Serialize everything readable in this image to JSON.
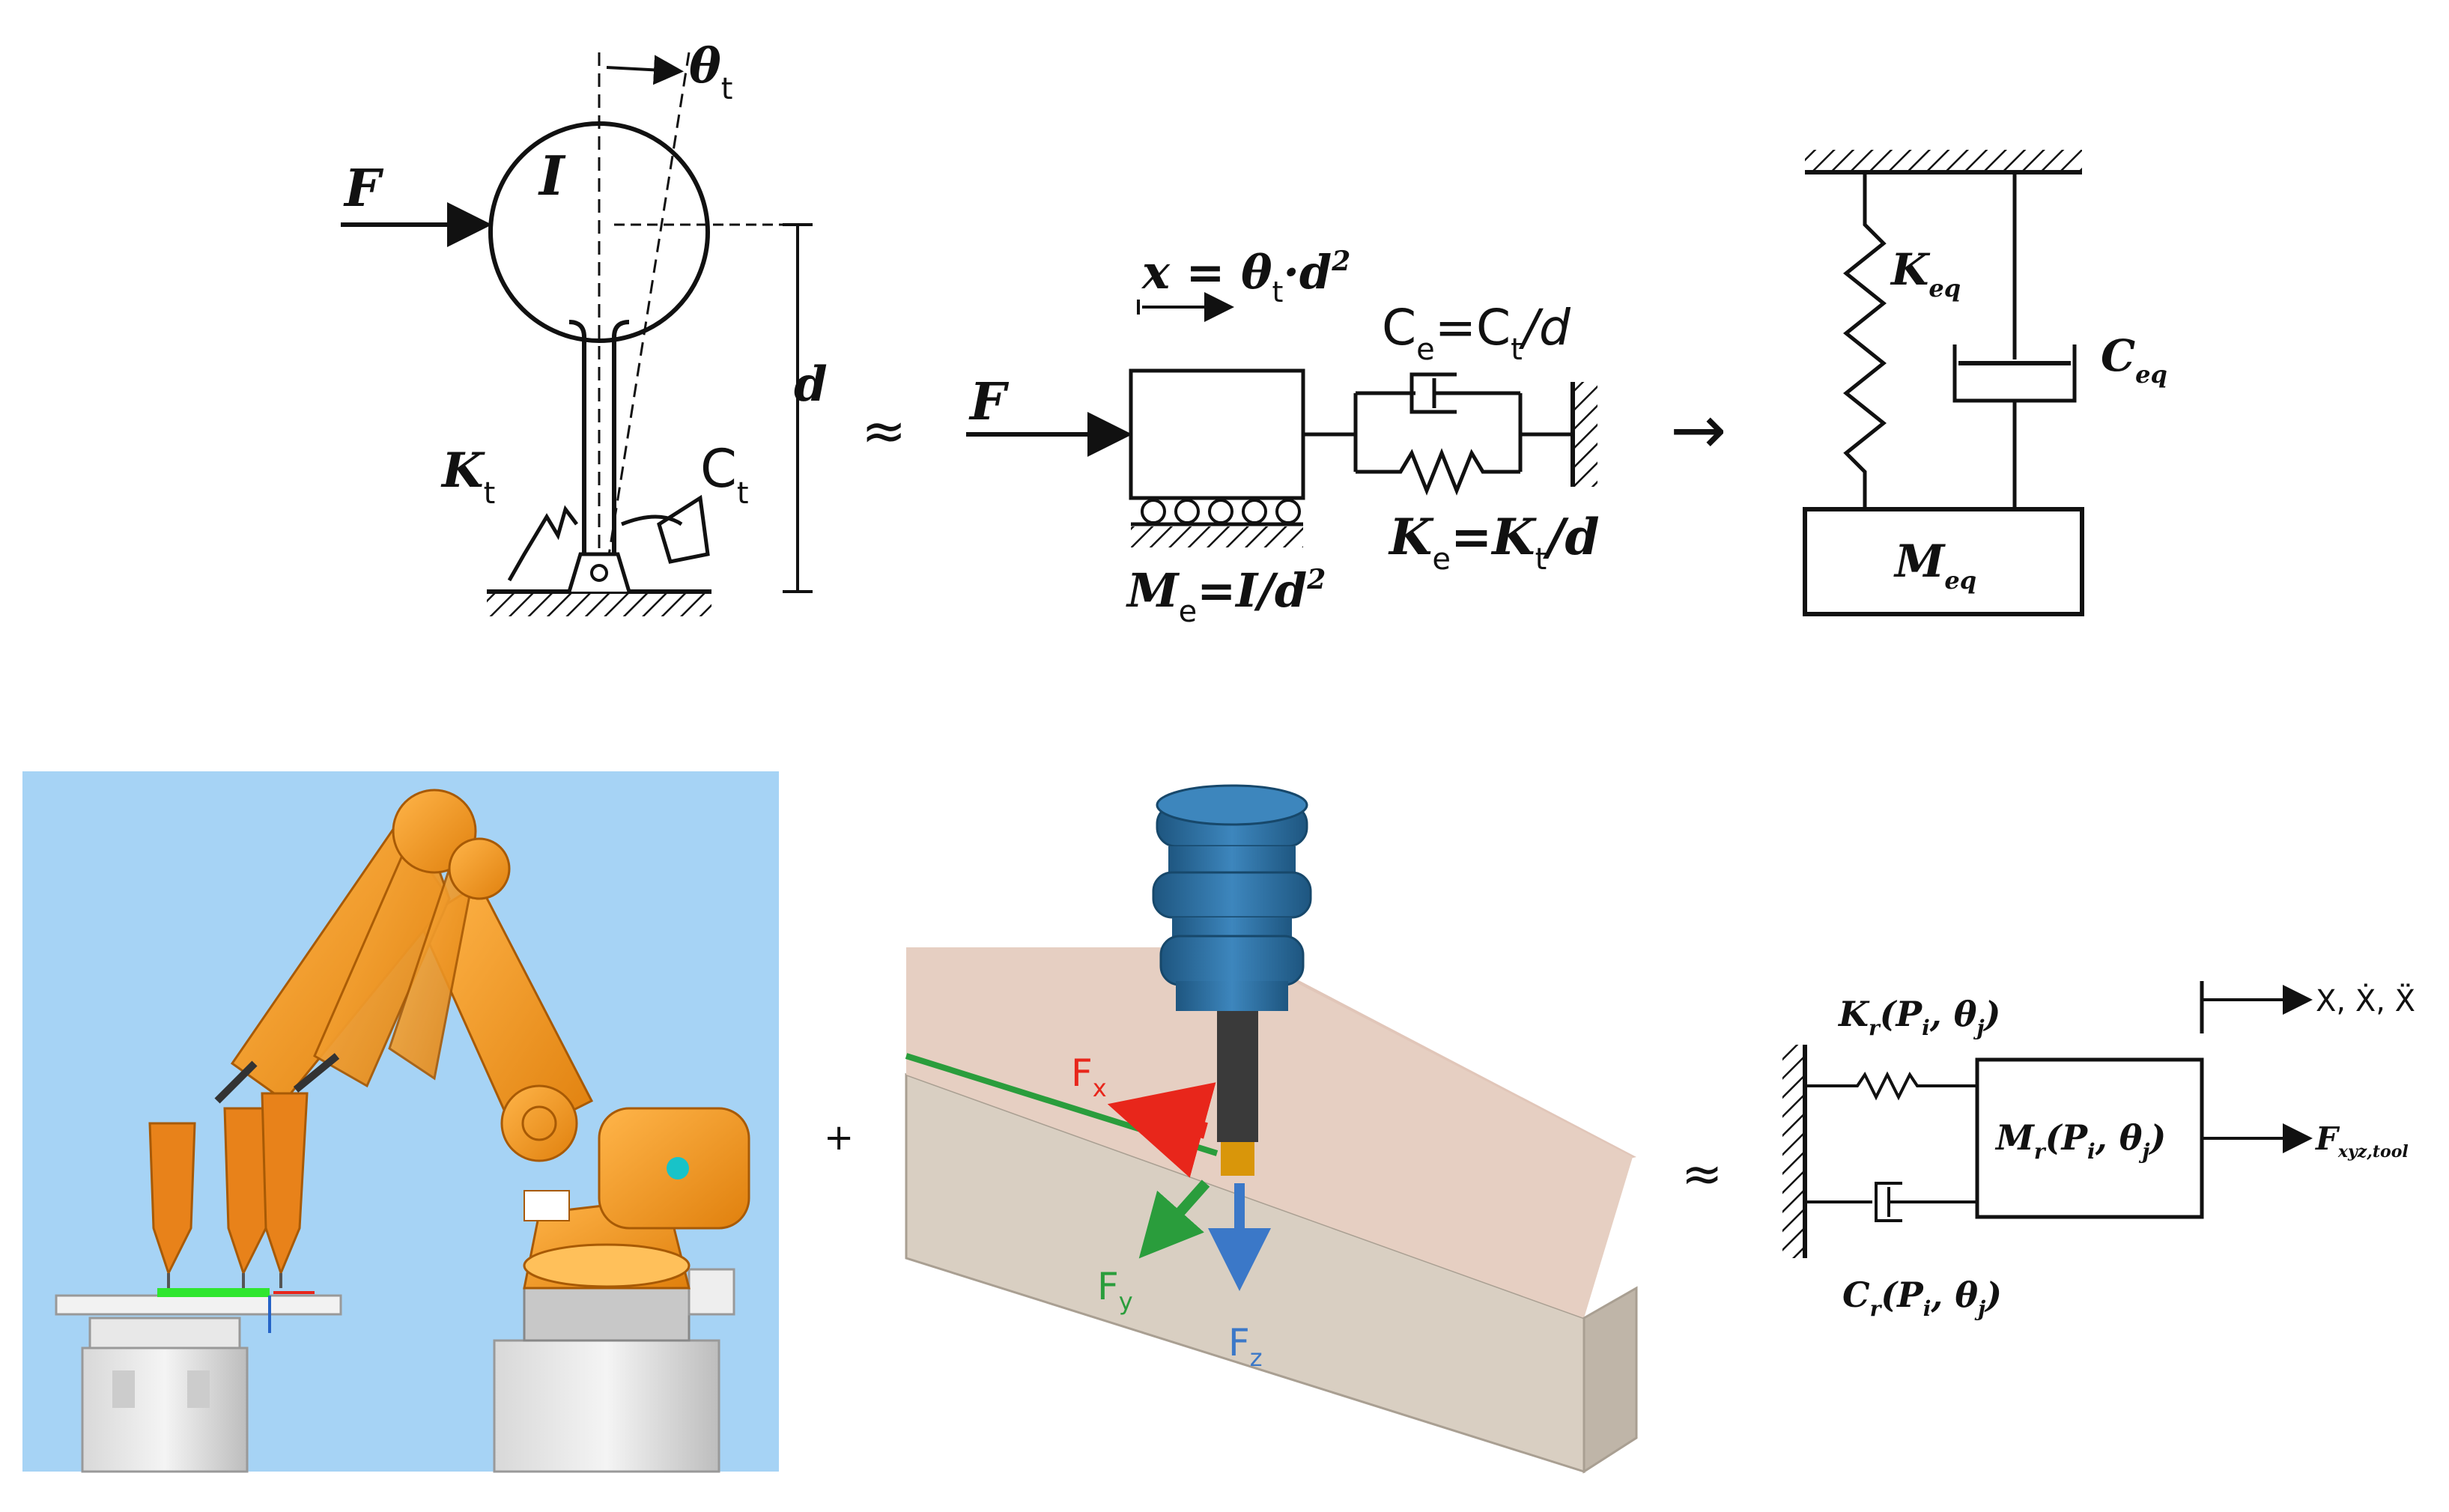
{
  "pendulum": {
    "force": "F",
    "inertia": "I",
    "theta": "θ",
    "theta_sub": "t",
    "length": "d",
    "spring": "K",
    "spring_sub": "t",
    "damper": "C",
    "damper_sub": "t"
  },
  "equivalent": {
    "approx": "≈",
    "force": "F",
    "displacement": "x = θ",
    "displacement_sub": "t",
    "displacement_tail": "·d",
    "displacement_sup": "2",
    "damping_eq": "C",
    "damping_eq_sub": "e",
    "damping_eq_rhs": "=C",
    "damping_eq_rhs_sub": "t",
    "damping_eq_tail": "/d",
    "stiffness_eq": "K",
    "stiffness_eq_sub": "e",
    "stiffness_eq_rhs": "=K",
    "stiffness_eq_rhs_sub": "t",
    "stiffness_eq_tail": "/d",
    "mass_eq": "M",
    "mass_eq_sub": "e",
    "mass_eq_rhs": "=I/d",
    "mass_eq_sup": "2"
  },
  "vertical_model": {
    "arrow": "→",
    "stiffness": "K",
    "stiffness_sub": "eq",
    "damping": "C",
    "damping_sub": "eq",
    "mass": "M",
    "mass_sub": "eq"
  },
  "milling": {
    "plus": "+",
    "fx": "F",
    "fx_sub": "x",
    "fy": "F",
    "fy_sub": "y",
    "fz": "F",
    "fz_sub": "z"
  },
  "robot_model": {
    "approx": "≈",
    "stiffness": "K",
    "stiffness_sub": "r",
    "stiffness_args": "(P",
    "stiffness_args_sub": "i",
    "stiffness_args_tail": ", θ",
    "stiffness_args_tail_sub": "j",
    "stiffness_args_close": ")",
    "damping": "C",
    "damping_sub": "r",
    "damping_args": "(P",
    "damping_args_sub": "i",
    "damping_args_tail": ", θ",
    "damping_args_tail_sub": "j",
    "damping_args_close": ")",
    "mass": "M",
    "mass_sub": "r",
    "mass_args": "(P",
    "mass_args_sub": "i",
    "mass_args_tail": ", θ",
    "mass_args_tail_sub": "j",
    "mass_args_close": ")",
    "output_disp": "X, Ẋ, Ẍ",
    "output_force": "F",
    "output_force_sub": "xyz,tool"
  },
  "colors": {
    "robot_orange": "#f39a1e",
    "robot_dark": "#c86f08",
    "sky": "#a6d3f5",
    "spindle_blue": "#2c6fa0",
    "fx_red": "#e8261b",
    "fy_green": "#2a9d3c",
    "fz_blue": "#3b78c8",
    "workpiece": "#d9cfc2"
  }
}
